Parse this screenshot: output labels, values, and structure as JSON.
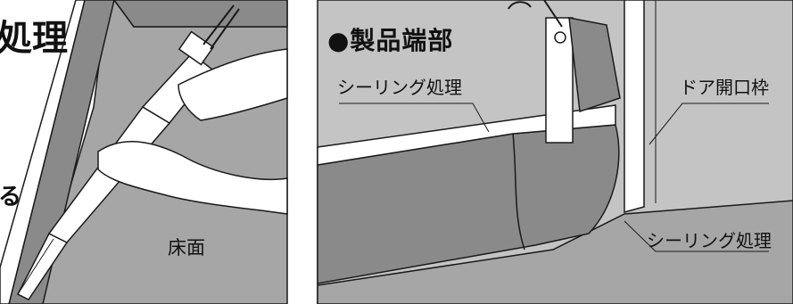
{
  "colors": {
    "dark_gray": "#8a8a8a",
    "mid_gray": "#a6a6a6",
    "light_gray": "#c4c4c4",
    "outline": "#1a1a1a",
    "white": "#ffffff"
  },
  "left_panel": {
    "heading_fragment": "処理",
    "letter_fragment": "る",
    "floor_label": "床面"
  },
  "right_panel": {
    "section_title": "●製品端部",
    "sealing_label_top": "シーリング処理",
    "door_frame_label": "ドア開口枠",
    "sealing_label_bottom": "シーリング処理"
  },
  "icons": [
    "caulking-gun-icon",
    "hand-icon"
  ]
}
